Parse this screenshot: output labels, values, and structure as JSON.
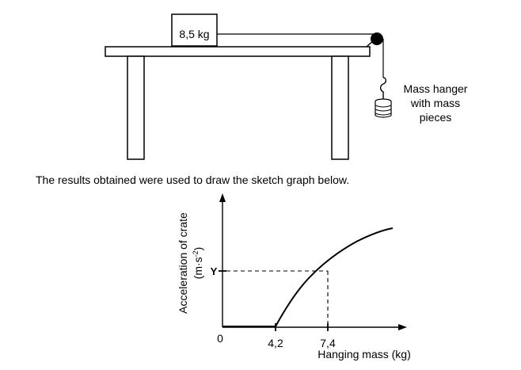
{
  "apparatus": {
    "crate_label": "8,5 kg",
    "hanger_label": [
      "Mass hanger",
      "with mass",
      "pieces"
    ]
  },
  "caption": "The results obtained were used to draw the sketch graph below.",
  "chart_data": {
    "type": "line",
    "sketch": true,
    "ylabel_line1": "Acceleration of crate",
    "ylabel_line2": "(m·s",
    "ylabel_unit_exp": "-2",
    "ylabel_close": ")",
    "xlabel": "Hanging mass (kg)",
    "origin_label": "0",
    "x_tick_labels": [
      {
        "value": 4.2,
        "label": "4,2"
      },
      {
        "value": 7.4,
        "label": "7,4"
      }
    ],
    "y_marker": {
      "label": "Y",
      "at_x": 7.4
    },
    "series": [
      {
        "segment": "flat",
        "x": [
          0,
          4.2
        ],
        "y": 0
      },
      {
        "segment": "curve",
        "from_x": 4.2,
        "shape": "rising, concave down, levelling off"
      }
    ],
    "grid": false
  }
}
